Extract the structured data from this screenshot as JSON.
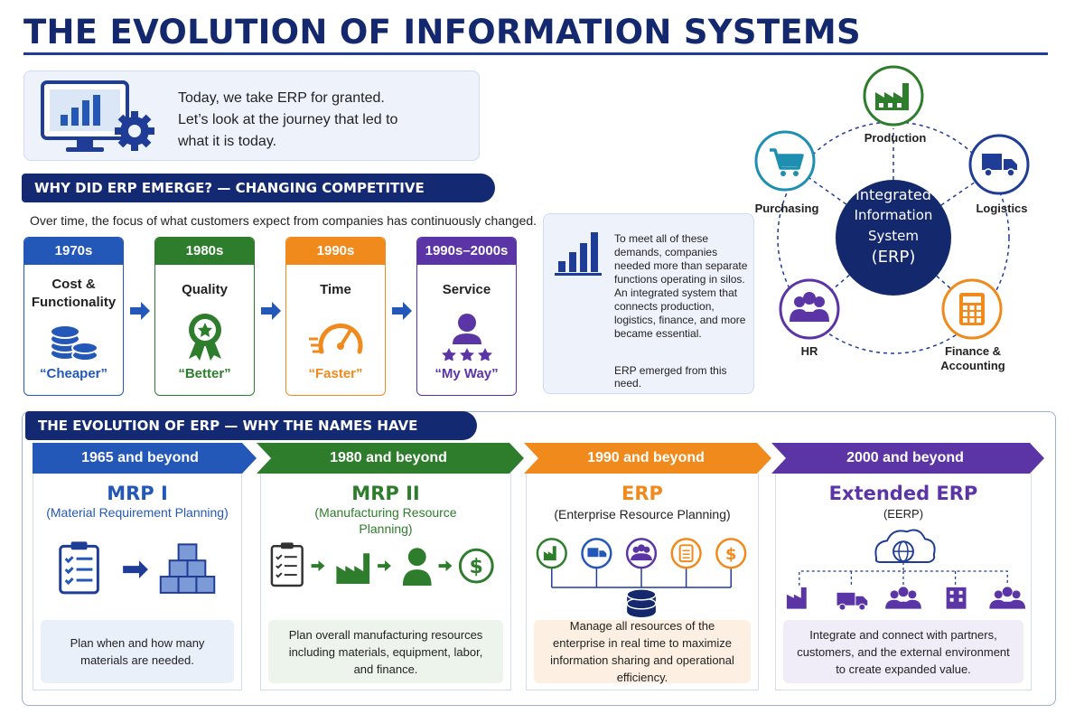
{
  "title": "THE EVOLUTION OF INFORMATION SYSTEMS",
  "intro": {
    "lines": [
      "Today, we take ERP for granted.",
      "Let’s look at the journey that led to",
      "what it is today."
    ]
  },
  "why": {
    "heading": "WHY DID ERP EMERGE? — CHANGING COMPETITIVE PRIORITIES",
    "subtitle": "Over time, the focus of what customers expect from companies has continuously changed.",
    "eras": [
      {
        "decade": "1970s",
        "label": "Cost & Functionality",
        "quote": "“Cheaper”",
        "color": "#2458b8"
      },
      {
        "decade": "1980s",
        "label": "Quality",
        "quote": "“Better”",
        "color": "#2e7d2c"
      },
      {
        "decade": "1990s",
        "label": "Time",
        "quote": "“Faster”",
        "color": "#f08a1c"
      },
      {
        "decade": "1990s–2000s",
        "label": "Service",
        "quote": "“My Way”",
        "color": "#5b35a6"
      }
    ]
  },
  "note": {
    "text": "To meet all of these demands, companies needed more than separate functions operating in silos. An integrated system that connects production, logistics, finance, and more became essential.",
    "closing": "ERP emerged from this need."
  },
  "hub": {
    "center_lines": [
      "Integrated",
      "Information System",
      "(ERP)"
    ],
    "nodes": [
      "Production",
      "Logistics",
      "Finance & Accounting",
      "HR",
      "Purchasing"
    ]
  },
  "evolution": {
    "heading": "THE EVOLUTION OF ERP — WHY THE NAMES HAVE CHANGED",
    "stages": [
      {
        "period": "1965 and beyond",
        "name": "MRP I",
        "full": "(Material Requirement Planning)",
        "desc": "Plan when and how many materials are needed.",
        "color": "#2458b8",
        "tint": "#eaf0fa"
      },
      {
        "period": "1980 and beyond",
        "name": "MRP II",
        "full": "(Manufacturing Resource Planning)",
        "desc": "Plan overall manufacturing resources including materials, equipment, labor, and finance.",
        "color": "#2e7d2c",
        "tint": "#edf4ec"
      },
      {
        "period": "1990 and beyond",
        "name": "ERP",
        "full": "(Enterprise Resource Planning)",
        "desc": "Manage all resources of the enterprise in real time to maximize information sharing and operational efficiency.",
        "color": "#f08a1c",
        "tint": "#fdf0e2"
      },
      {
        "period": "2000 and beyond",
        "name": "Extended ERP",
        "full": "(EERP)",
        "desc": "Integrate and connect with partners, customers, and the external environment to create expanded value.",
        "color": "#5b35a6",
        "tint": "#f0ecf8"
      }
    ]
  }
}
